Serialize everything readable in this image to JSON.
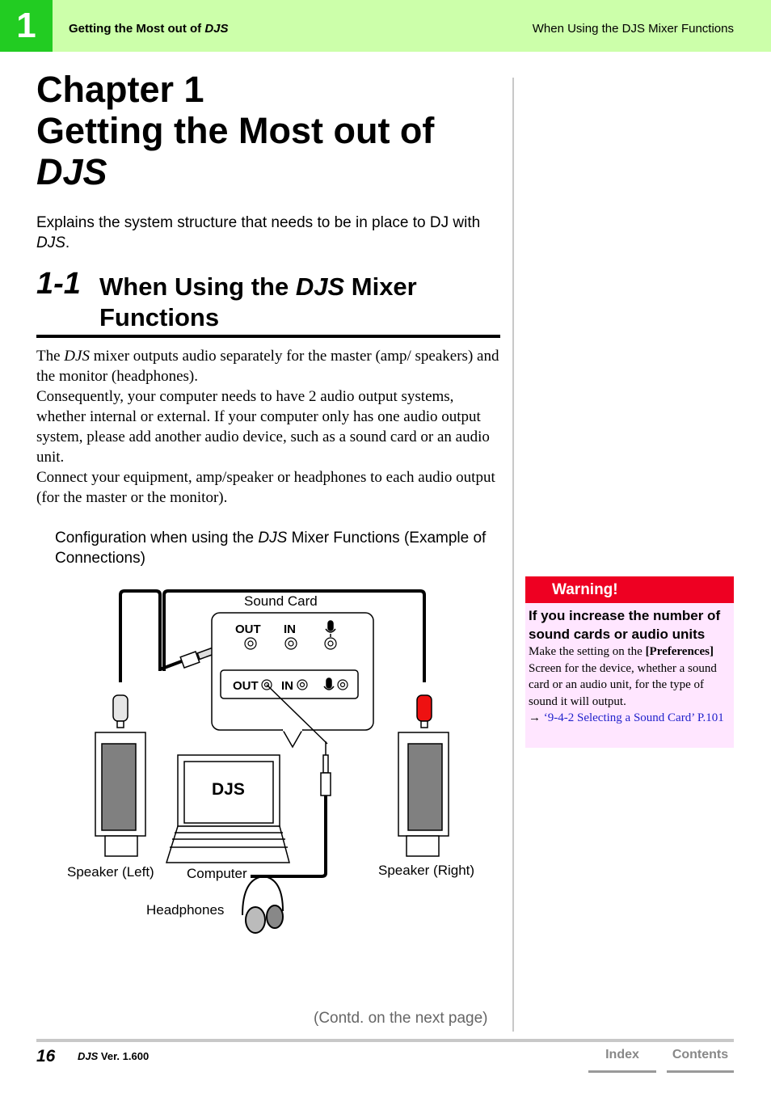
{
  "header": {
    "chapter_number": "1",
    "left_title_prefix": "Getting the Most out of ",
    "left_title_italic": "DJS",
    "right_title": "When Using the DJS Mixer Functions"
  },
  "chapter": {
    "line1": "Chapter 1",
    "line2": "Getting the Most out of",
    "line3": "DJS"
  },
  "intro": {
    "before": "Explains the system structure that needs to be in place to DJ with ",
    "italic": "DJS",
    "after": "."
  },
  "section": {
    "number": "1-1",
    "title_before": "When Using the ",
    "title_italic": "DJS",
    "title_after": " Mixer Functions"
  },
  "body": {
    "p1_before": "The ",
    "p1_italic": "DJS",
    "p1_after": " mixer outputs audio separately for the master (amp/ speakers) and the monitor (headphones).",
    "p2": "Consequently, your computer needs to have 2 audio output systems, whether internal or external. If your computer only has one audio output system, please add another audio device, such as a sound card or an audio unit.",
    "p3": "Connect your equipment, amp/speaker or headphones to each audio output (for the master or the monitor)."
  },
  "figure": {
    "caption_before": "Configuration when using the ",
    "caption_italic": "DJS",
    "caption_after": " Mixer Functions (Example of Connections)",
    "labels": {
      "sound_card": "Sound Card",
      "out": "OUT",
      "in": "IN",
      "screen_text": "DJS",
      "speaker_left": "Speaker (Left)",
      "computer": "Computer",
      "speaker_right": "Speaker (Right)",
      "headphones": "Headphones"
    }
  },
  "contd": "(Contd. on the next page)",
  "warning": {
    "heading": "Warning!",
    "title": "If you increase the number of sound cards or audio units",
    "body_before": "Make the setting on the ",
    "body_bold": "[Preferences]",
    "body_after": " Screen for the device, whether a sound card or an audio unit, for the type of sound it will output.",
    "arrow": "→",
    "link": "‘9-4-2  Selecting a Sound Card’ P.101"
  },
  "footer": {
    "page": "16",
    "ver_italic": "DJS",
    "ver_rest": " Ver. 1.600",
    "index": "Index",
    "contents": "Contents"
  },
  "colors": {
    "header_bg": "#ccffaa",
    "chapter_tab": "#22cc22",
    "warning_head": "#ee0022",
    "warning_bg": "#ffe6ff",
    "link": "#2222cc",
    "right_plug": "#ee1111"
  }
}
